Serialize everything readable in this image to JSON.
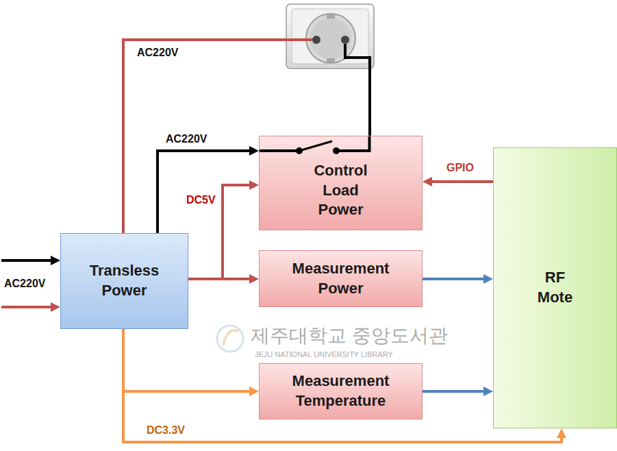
{
  "diagram": {
    "nodes": [
      {
        "text": [
          "Transless Power"
        ]
      },
      {
        "text": [
          "Control Load Power"
        ]
      },
      {
        "text": [
          "Measurement Power"
        ]
      },
      {
        "text": [
          "Measurement Temperature"
        ]
      },
      {
        "text": [
          "RF Mote"
        ]
      }
    ],
    "edges": [
      {
        "from": 0,
        "to": 1,
        "label": "AC220V",
        "arrow": "to"
      },
      {
        "from": 0,
        "to": 1,
        "label": "DC5V",
        "arrow": "to"
      },
      {
        "from": 0,
        "to": 2,
        "arrow": "to"
      },
      {
        "from": 0,
        "to": 3,
        "arrow": "to"
      },
      {
        "from": 0,
        "to": 4,
        "label": "DC3.3V",
        "arrow": "to"
      },
      {
        "from": 4,
        "to": 1,
        "label": "GPIO",
        "arrow": "to"
      },
      {
        "from": 2,
        "to": 4,
        "arrow": "to"
      },
      {
        "from": 3,
        "to": 4,
        "arrow": "to"
      }
    ],
    "labels": [
      "AC220V",
      "AC220V",
      "제주대학교 중앙도서관",
      "JEJU NATIONAL UNIVERSITY LIBRARY"
    ]
  }
}
